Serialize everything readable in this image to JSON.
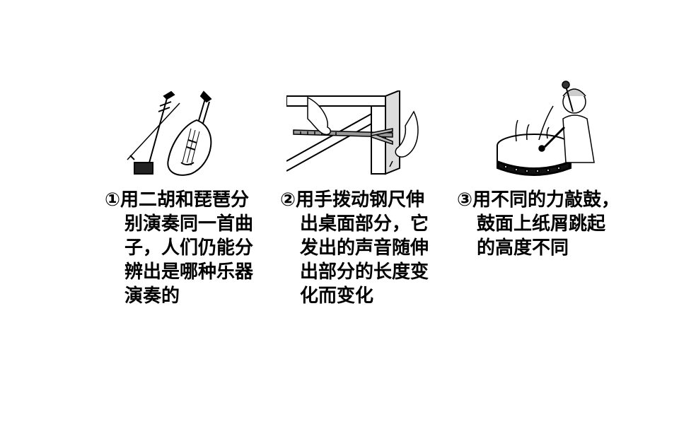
{
  "panels": [
    {
      "number": "①",
      "lines": [
        "用二胡和琵琶分",
        "别演奏同一首曲",
        "子，人们仍能分",
        "辨出是哪种乐器",
        "演奏的"
      ],
      "illustration": "erhu-pipa"
    },
    {
      "number": "②",
      "lines": [
        "用手拨动钢尺伸",
        "出桌面部分，它",
        "发出的声音随伸",
        "出部分的长度变",
        "化而变化"
      ],
      "illustration": "steel-ruler-table"
    },
    {
      "number": "③",
      "lines": [
        "用不同的力敲鼓，",
        "鼓面上纸屑跳起",
        "的高度不同"
      ],
      "illustration": "drum-paper-bits"
    }
  ]
}
